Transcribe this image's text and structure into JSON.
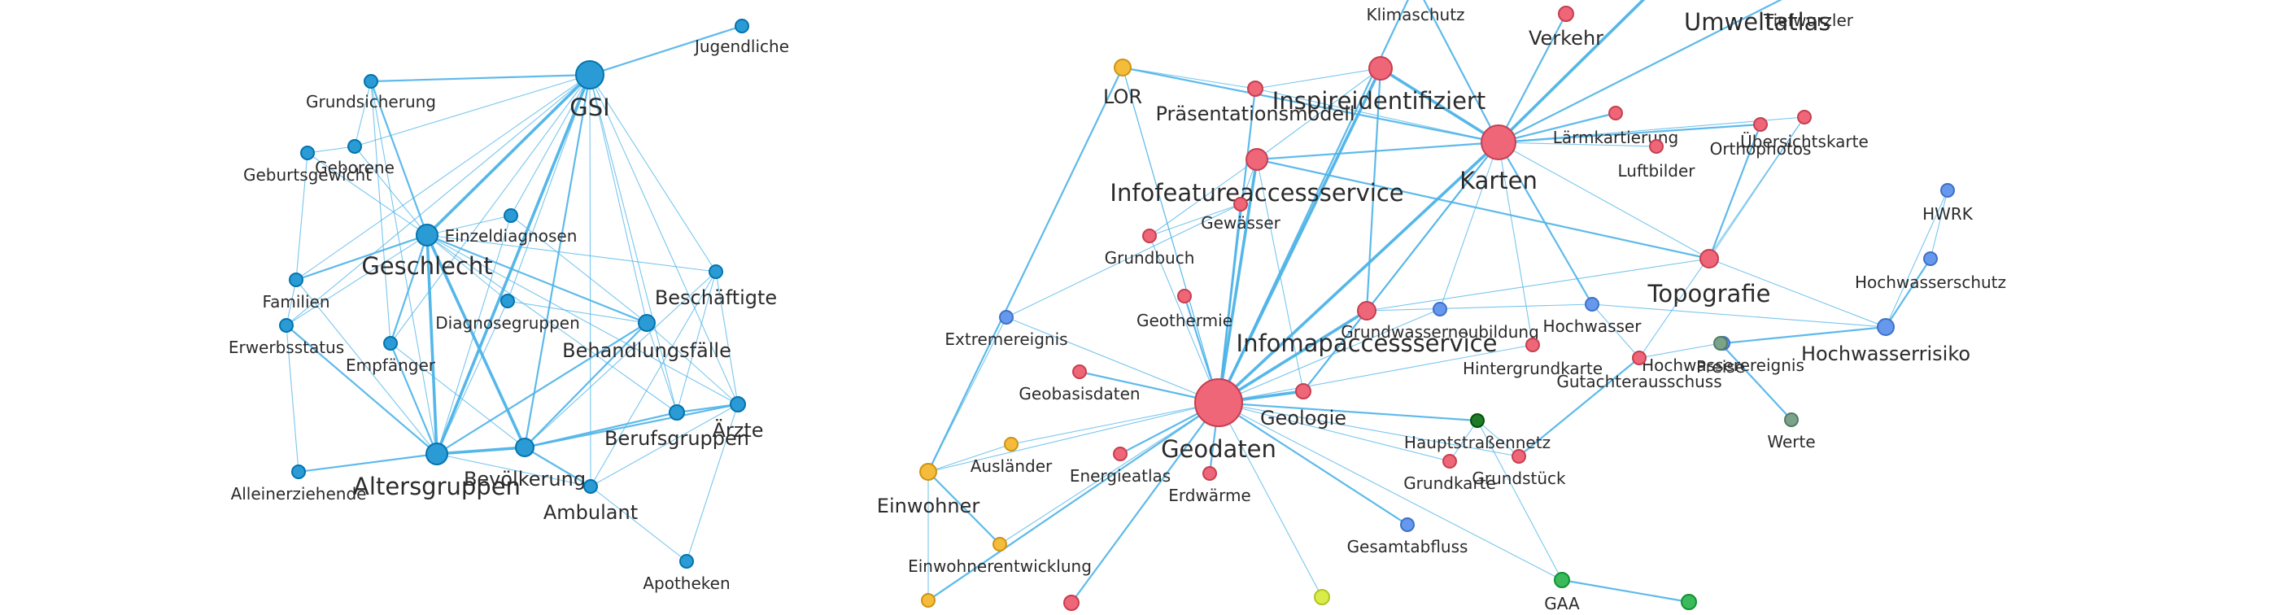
{
  "colors": {
    "blue": "#2b9bd6",
    "red": "#ee6677",
    "yellow": "#f5bb3a",
    "lightblue": "#6699ee",
    "green": "#3aba5a",
    "darkgreen": "#1f7a2a",
    "grey": "#7aa38a",
    "lime": "#d9ec4a",
    "edge": "#4cb3e8"
  },
  "nodes": {
    "GSI": {
      "label": "GSI",
      "color": "blue"
    },
    "Jugendliche": {
      "label": "Jugendliche",
      "color": "blue"
    },
    "Grundsicherung": {
      "label": "Grundsicherung",
      "color": "blue"
    },
    "Geborene": {
      "label": "Geborene",
      "color": "blue"
    },
    "Geburtsgewicht": {
      "label": "Geburtsgewicht",
      "color": "blue"
    },
    "Einzeldiagnosen": {
      "label": "Einzeldiagnosen",
      "color": "blue"
    },
    "Geschlecht": {
      "label": "Geschlecht",
      "color": "blue"
    },
    "Familien": {
      "label": "Familien",
      "color": "blue"
    },
    "Diagnosegruppen": {
      "label": "Diagnosegruppen",
      "color": "blue"
    },
    "Beschaeftigte": {
      "label": "Beschäftigte",
      "color": "blue"
    },
    "Erwerbsstatus": {
      "label": "Erwerbsstatus",
      "color": "blue"
    },
    "Empfaenger": {
      "label": "Empfänger",
      "color": "blue"
    },
    "Behandlungsfaelle": {
      "label": "Behandlungsfälle",
      "color": "blue"
    },
    "Aerzte": {
      "label": "Ärzte",
      "color": "blue"
    },
    "Berufsgruppen": {
      "label": "Berufsgruppen",
      "color": "blue"
    },
    "Altersgruppen": {
      "label": "Altersgruppen",
      "color": "blue"
    },
    "Bevoelkerung": {
      "label": "Bevölkerung",
      "color": "blue"
    },
    "Alleinerziehende": {
      "label": "Alleinerziehende",
      "color": "blue"
    },
    "Ambulant": {
      "label": "Ambulant",
      "color": "blue"
    },
    "Apotheken": {
      "label": "Apotheken",
      "color": "blue"
    },
    "LOR": {
      "label": "LOR",
      "color": "yellow"
    },
    "Klimaschutz": {
      "label": "Klimaschutz",
      "color": "red"
    },
    "Verkehr": {
      "label": "Verkehr",
      "color": "red"
    },
    "Umweltatlas": {
      "label": "Umweltatlas",
      "color": "red"
    },
    "Tiefwurzler": {
      "label": "Tiefwurzler",
      "color": "red"
    },
    "Praesentationsmodell": {
      "label": "Präsentationsmodell",
      "color": "red"
    },
    "Inspireidentifiziert": {
      "label": "Inspireidentifiziert",
      "color": "red"
    },
    "Laermkartierung": {
      "label": "Lärmkartierung",
      "color": "red"
    },
    "Uebersichtskarte": {
      "label": "Übersichtskarte",
      "color": "red"
    },
    "Orthophotos": {
      "label": "Orthophotos",
      "color": "red"
    },
    "Luftbilder": {
      "label": "Luftbilder",
      "color": "red"
    },
    "Karten": {
      "label": "Karten",
      "color": "red"
    },
    "Infofeatureaccessservice": {
      "label": "Infofeatureaccessservice",
      "color": "red"
    },
    "Gewaesser": {
      "label": "Gewässer",
      "color": "red"
    },
    "Grundbuch": {
      "label": "Grundbuch",
      "color": "red"
    },
    "HWRK": {
      "label": "HWRK",
      "color": "lightblue"
    },
    "Hochwasserschutz": {
      "label": "Hochwasserschutz",
      "color": "lightblue"
    },
    "Topografie": {
      "label": "Topografie",
      "color": "red"
    },
    "Extremereignis": {
      "label": "Extremereignis",
      "color": "lightblue"
    },
    "Geothermie": {
      "label": "Geothermie",
      "color": "red"
    },
    "Grundwasserneubildung": {
      "label": "Grundwasserneubildung",
      "color": "lightblue"
    },
    "Hochwasser": {
      "label": "Hochwasser",
      "color": "lightblue"
    },
    "Infomapaccessservice": {
      "label": "Infomapaccessservice",
      "color": "red"
    },
    "Hintergrundkarte": {
      "label": "Hintergrundkarte",
      "color": "red"
    },
    "Hochwasserereignis": {
      "label": "Hochwasserereignis",
      "color": "lightblue"
    },
    "Hochwasserrisiko": {
      "label": "Hochwasserrisiko",
      "color": "lightblue"
    },
    "Preise": {
      "label": "Preise",
      "color": "grey"
    },
    "Gutachterausschuss": {
      "label": "Gutachterausschuss",
      "color": "red"
    },
    "Geobasisdaten": {
      "label": "Geobasisdaten",
      "color": "red"
    },
    "Geodaten": {
      "label": "Geodaten",
      "color": "red"
    },
    "Geologie": {
      "label": "Geologie",
      "color": "red"
    },
    "Hauptstrassennetz": {
      "label": "Hauptstraßennetz",
      "color": "darkgreen"
    },
    "Werte": {
      "label": "Werte",
      "color": "grey"
    },
    "Auslaender": {
      "label": "Ausländer",
      "color": "yellow"
    },
    "Energieatlas": {
      "label": "Energieatlas",
      "color": "red"
    },
    "Grundkarte": {
      "label": "Grundkarte",
      "color": "red"
    },
    "Grundstueck": {
      "label": "Grundstück",
      "color": "red"
    },
    "Einwohner": {
      "label": "Einwohner",
      "color": "yellow"
    },
    "Erdwaerme": {
      "label": "Erdwärme",
      "color": "red"
    },
    "Gesamtabfluss": {
      "label": "Gesamtabfluss",
      "color": "lightblue"
    },
    "Einwohnerentwicklung": {
      "label": "Einwohnerentwicklung",
      "color": "yellow"
    },
    "GAA": {
      "label": "GAA",
      "color": "green"
    },
    "GAA2": {
      "label": "",
      "color": "green"
    },
    "Bottom1": {
      "label": "",
      "color": "yellow"
    },
    "Bottom2": {
      "label": "",
      "color": "red"
    },
    "Bottom3": {
      "label": "",
      "color": "lime"
    }
  },
  "edges": [
    [
      "GSI",
      "Jugendliche",
      2
    ],
    [
      "GSI",
      "Grundsicherung",
      2
    ],
    [
      "GSI",
      "Geborene",
      1
    ],
    [
      "GSI",
      "Geschlecht",
      3
    ],
    [
      "GSI",
      "Einzeldiagnosen",
      1
    ],
    [
      "GSI",
      "Altersgruppen",
      3
    ],
    [
      "GSI",
      "Bevoelkerung",
      2
    ],
    [
      "GSI",
      "Behandlungsfaelle",
      1
    ],
    [
      "GSI",
      "Beschaeftigte",
      1
    ],
    [
      "GSI",
      "Familien",
      1
    ],
    [
      "GSI",
      "Empfaenger",
      1
    ],
    [
      "GSI",
      "Diagnosegruppen",
      1
    ],
    [
      "GSI",
      "Aerzte",
      1
    ],
    [
      "GSI",
      "Ambulant",
      1
    ],
    [
      "GSI",
      "Berufsgruppen",
      1
    ],
    [
      "GSI",
      "Erwerbsstatus",
      1
    ],
    [
      "Geschlecht",
      "Grundsicherung",
      2
    ],
    [
      "Geschlecht",
      "Geborene",
      1
    ],
    [
      "Geschlecht",
      "Geburtsgewicht",
      1
    ],
    [
      "Geschlecht",
      "Familien",
      2
    ],
    [
      "Geschlecht",
      "Erwerbsstatus",
      1
    ],
    [
      "Geschlecht",
      "Empfaenger",
      2
    ],
    [
      "Geschlecht",
      "Altersgruppen",
      3
    ],
    [
      "Geschlecht",
      "Bevoelkerung",
      3
    ],
    [
      "Geschlecht",
      "Einzeldiagnosen",
      1
    ],
    [
      "Geschlecht",
      "Diagnosegruppen",
      1
    ],
    [
      "Geschlecht",
      "Behandlungsfaelle",
      2
    ],
    [
      "Geschlecht",
      "Beschaeftigte",
      1
    ],
    [
      "Geschlecht",
      "Berufsgruppen",
      1
    ],
    [
      "Geschlecht",
      "Aerzte",
      1
    ],
    [
      "Geborene",
      "Geburtsgewicht",
      1
    ],
    [
      "Geborene",
      "Grundsicherung",
      1
    ],
    [
      "Geburtsgewicht",
      "Familien",
      1
    ],
    [
      "Familien",
      "Erwerbsstatus",
      1
    ],
    [
      "Familien",
      "Altersgruppen",
      1
    ],
    [
      "Erwerbsstatus",
      "Altersgruppen",
      2
    ],
    [
      "Erwerbsstatus",
      "Alleinerziehende",
      1
    ],
    [
      "Empfaenger",
      "Altersgruppen",
      2
    ],
    [
      "Empfaenger",
      "Bevoelkerung",
      1
    ],
    [
      "Einzeldiagnosen",
      "Behandlungsfaelle",
      1
    ],
    [
      "Diagnosegruppen",
      "Behandlungsfaelle",
      1
    ],
    [
      "Diagnosegruppen",
      "Altersgruppen",
      1
    ],
    [
      "Einzeldiagnosen",
      "Altersgruppen",
      1
    ],
    [
      "Beschaeftigte",
      "Berufsgruppen",
      1
    ],
    [
      "Beschaeftigte",
      "Aerzte",
      1
    ],
    [
      "Beschaeftigte",
      "Ambulant",
      1
    ],
    [
      "Beschaeftigte",
      "Bevoelkerung",
      1
    ],
    [
      "Behandlungsfaelle",
      "Altersgruppen",
      2
    ],
    [
      "Behandlungsfaelle",
      "Bevoelkerung",
      2
    ],
    [
      "Behandlungsfaelle",
      "Aerzte",
      1
    ],
    [
      "Behandlungsfaelle",
      "Berufsgruppen",
      1
    ],
    [
      "Aerzte",
      "Berufsgruppen",
      2
    ],
    [
      "Aerzte",
      "Ambulant",
      1
    ],
    [
      "Aerzte",
      "Bevoelkerung",
      2
    ],
    [
      "Aerzte",
      "Apotheken",
      1
    ],
    [
      "Berufsgruppen",
      "Bevoelkerung",
      2
    ],
    [
      "Altersgruppen",
      "Bevoelkerung",
      3
    ],
    [
      "Altersgruppen",
      "Alleinerziehende",
      2
    ],
    [
      "Altersgruppen",
      "Ambulant",
      1
    ],
    [
      "Bevoelkerung",
      "Ambulant",
      2
    ],
    [
      "Ambulant",
      "Apotheken",
      1
    ],
    [
      "Grundsicherung",
      "Altersgruppen",
      1
    ],
    [
      "Grundsicherung",
      "Empfaenger",
      1
    ],
    [
      "LOR",
      "Karten",
      2
    ],
    [
      "LOR",
      "Einwohner",
      2
    ],
    [
      "LOR",
      "Praesentationsmodell",
      1
    ],
    [
      "LOR",
      "Geodaten",
      1
    ],
    [
      "Karten",
      "Klimaschutz",
      2
    ],
    [
      "Karten",
      "Verkehr",
      2
    ],
    [
      "Karten",
      "Umweltatlas",
      3
    ],
    [
      "Karten",
      "Tiefwurzler",
      2
    ],
    [
      "Karten",
      "Inspireidentifiziert",
      3
    ],
    [
      "Karten",
      "Laermkartierung",
      2
    ],
    [
      "Karten",
      "Uebersichtskarte",
      1
    ],
    [
      "Karten",
      "Orthophotos",
      2
    ],
    [
      "Karten",
      "Luftbilder",
      1
    ],
    [
      "Karten",
      "Infofeatureaccessservice",
      2
    ],
    [
      "Karten",
      "Geodaten",
      3
    ],
    [
      "Karten",
      "Infomapaccessservice",
      2
    ],
    [
      "Karten",
      "Topografie",
      1
    ],
    [
      "Karten",
      "Praesentationsmodell",
      1
    ],
    [
      "Karten",
      "Hintergrundkarte",
      1
    ],
    [
      "Karten",
      "Hochwasser",
      2
    ],
    [
      "Karten",
      "Geologie",
      1
    ],
    [
      "Karten",
      "Grundwasserneubildung",
      1
    ],
    [
      "Inspireidentifiziert",
      "Geodaten",
      3
    ],
    [
      "Inspireidentifiziert",
      "Infomapaccessservice",
      2
    ],
    [
      "Inspireidentifiziert",
      "Praesentationsmodell",
      1
    ],
    [
      "Inspireidentifiziert",
      "Infofeatureaccessservice",
      1
    ],
    [
      "Infofeatureaccessservice",
      "Geodaten",
      3
    ],
    [
      "Infofeatureaccessservice",
      "Grundbuch",
      1
    ],
    [
      "Infofeatureaccessservice",
      "Gewaesser",
      1
    ],
    [
      "Infofeatureaccessservice",
      "Topografie",
      2
    ],
    [
      "Infofeatureaccessservice",
      "Geologie",
      1
    ],
    [
      "Geodaten",
      "Infomapaccessservice",
      3
    ],
    [
      "Geodaten",
      "Geologie",
      3
    ],
    [
      "Geodaten",
      "Geobasisdaten",
      2
    ],
    [
      "Geodaten",
      "Geothermie",
      2
    ],
    [
      "Geodaten",
      "Energieatlas",
      2
    ],
    [
      "Geodaten",
      "Erdwaerme",
      2
    ],
    [
      "Geodaten",
      "Hauptstrassennetz",
      2
    ],
    [
      "Geodaten",
      "Grundkarte",
      1
    ],
    [
      "Geodaten",
      "Grundstueck",
      1
    ],
    [
      "Geodaten",
      "Gesamtabfluss",
      2
    ],
    [
      "Geodaten",
      "Einwohner",
      1
    ],
    [
      "Geodaten",
      "Auslaender",
      1
    ],
    [
      "Geodaten",
      "GAA",
      1
    ],
    [
      "Geodaten",
      "Grundwasserneubildung",
      1
    ],
    [
      "Geodaten",
      "Hintergrundkarte",
      1
    ],
    [
      "Geodaten",
      "Extremereignis",
      1
    ],
    [
      "Geodaten",
      "Gewaesser",
      2
    ],
    [
      "Geodaten",
      "Grundbuch",
      1
    ],
    [
      "Geodaten",
      "Bottom1",
      2
    ],
    [
      "Geodaten",
      "Bottom2",
      2
    ],
    [
      "Geodaten",
      "Bottom3",
      1
    ],
    [
      "Geodaten",
      "Praesentationsmodell",
      2
    ],
    [
      "Geodaten",
      "Klimaschutz",
      2
    ],
    [
      "Geodaten",
      "LOR",
      1
    ],
    [
      "Geodaten",
      "Einwohnerentwicklung",
      1
    ],
    [
      "Infomapaccessservice",
      "Hochwasser",
      1
    ],
    [
      "Infomapaccessservice",
      "Geologie",
      2
    ],
    [
      "Infomapaccessservice",
      "Topografie",
      1
    ],
    [
      "Topografie",
      "Hochwasserrisiko",
      1
    ],
    [
      "Topografie",
      "Uebersichtskarte",
      1
    ],
    [
      "Topografie",
      "Orthophotos",
      2
    ],
    [
      "Hochwasserrisiko",
      "Hochwasserschutz",
      2
    ],
    [
      "Hochwasserrisiko",
      "HWRK",
      1
    ],
    [
      "Hochwasserrisiko",
      "Hochwasserereignis",
      2
    ],
    [
      "Hochwasserschutz",
      "HWRK",
      1
    ],
    [
      "Hochwasser",
      "Hochwasserrisiko",
      1
    ],
    [
      "Hochwasser",
      "Gutachterausschuss",
      1
    ],
    [
      "Gutachterausschuss",
      "Preise",
      1
    ],
    [
      "Gutachterausschuss",
      "Grundstueck",
      2
    ],
    [
      "Gutachterausschuss",
      "Uebersichtskarte",
      1
    ],
    [
      "Preise",
      "Werte",
      2
    ],
    [
      "Preise",
      "Hochwasserereignis",
      1
    ],
    [
      "Einwohner",
      "Auslaender",
      1
    ],
    [
      "Einwohner",
      "Einwohnerentwicklung",
      2
    ],
    [
      "Einwohner",
      "Bottom1",
      1
    ],
    [
      "Einwohner",
      "Extremereignis",
      1
    ],
    [
      "GAA",
      "GAA2",
      2
    ],
    [
      "GAA",
      "Hauptstrassennetz",
      1
    ],
    [
      "Hauptstrassennetz",
      "Grundkarte",
      1
    ],
    [
      "Hauptstrassennetz",
      "Grundstueck",
      1
    ],
    [
      "Extremereignis",
      "Gewaesser",
      1
    ],
    [
      "Grundbuch",
      "Gewaesser",
      1
    ]
  ]
}
